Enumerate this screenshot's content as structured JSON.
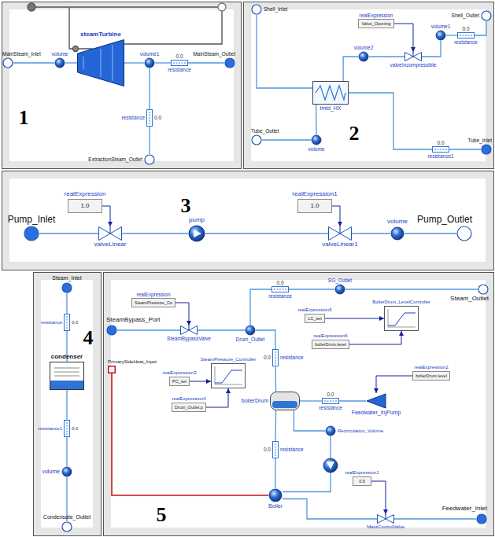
{
  "diagram": {
    "nodes": [
      {
        "text": [
          "1"
        ]
      },
      {
        "text": [
          "MainSteam_Inlet"
        ],
        "in": 0
      },
      {
        "text": [
          "volume"
        ],
        "in": 0
      },
      {
        "text": [
          "steamTurbine"
        ],
        "in": 0
      },
      {
        "text": [
          "volume1"
        ],
        "in": 0
      },
      {
        "text": [
          "0.0",
          "resistance"
        ],
        "in": 0
      },
      {
        "text": [
          "MainSteam_Outlet"
        ],
        "in": 0
      },
      {
        "text": [
          "resistance",
          "0.0"
        ],
        "in": 0
      },
      {
        "text": [
          "ExtractionSteam_Outlet"
        ],
        "in": 0
      },
      {
        "text": [
          "2"
        ]
      },
      {
        "text": [
          "Shell_Inlet"
        ],
        "in": 9
      },
      {
        "text": [
          "realExpression",
          "Valve_Opening"
        ],
        "in": 9
      },
      {
        "text": [
          "volume1"
        ],
        "in": 9
      },
      {
        "text": [
          "0.0",
          "resistance"
        ],
        "in": 9
      },
      {
        "text": [
          "Shell_Outlet"
        ],
        "in": 9
      },
      {
        "text": [
          "volume2"
        ],
        "in": 9
      },
      {
        "text": [
          "valveIncompressible"
        ],
        "in": 9
      },
      {
        "text": [
          "lmtd_HX"
        ],
        "in": 9
      },
      {
        "text": [
          "Tube_Outlet"
        ],
        "in": 9
      },
      {
        "text": [
          "volume"
        ],
        "in": 9
      },
      {
        "text": [
          "0.0",
          "resistance1"
        ],
        "in": 9
      },
      {
        "text": [
          "Tube_Inlet"
        ],
        "in": 9
      },
      {
        "text": [
          "3"
        ]
      },
      {
        "text": [
          "Pump_Inlet"
        ],
        "in": 22
      },
      {
        "text": [
          "realExpression",
          "1.0"
        ],
        "in": 22
      },
      {
        "text": [
          "valveLinear"
        ],
        "in": 22
      },
      {
        "text": [
          "pump"
        ],
        "in": 22
      },
      {
        "text": [
          "realExpression1",
          "1.0"
        ],
        "in": 22
      },
      {
        "text": [
          "valveLinear1"
        ],
        "in": 22
      },
      {
        "text": [
          "volume"
        ],
        "in": 22
      },
      {
        "text": [
          "Pump_Outlet"
        ],
        "in": 22
      },
      {
        "text": [
          "4"
        ]
      },
      {
        "text": [
          "Steam_Inlet"
        ],
        "in": 31
      },
      {
        "text": [
          "resistance",
          "0.0"
        ],
        "in": 31
      },
      {
        "text": [
          "condenser"
        ],
        "in": 31
      },
      {
        "text": [
          "resistance1",
          "0.0"
        ],
        "in": 31
      },
      {
        "text": [
          "volume"
        ],
        "in": 31
      },
      {
        "text": [
          "Condensate_Outlet"
        ],
        "in": 31
      },
      {
        "text": [
          "5"
        ]
      },
      {
        "text": [
          "0.0",
          "resistance"
        ],
        "in": 38
      },
      {
        "text": [
          "SG_Outlet"
        ],
        "in": 38
      },
      {
        "text": [
          "Steam_Outlet"
        ],
        "in": 38
      },
      {
        "text": [
          "realExpression",
          "SteamPressure_Co"
        ],
        "in": 38
      },
      {
        "text": [
          "SteamBypass_Port"
        ],
        "in": 38
      },
      {
        "text": [
          "SteamBypassValve"
        ],
        "in": 38
      },
      {
        "text": [
          "Drum_Outlet"
        ],
        "in": 38
      },
      {
        "text": [
          "realExpression5",
          "LC_set"
        ],
        "in": 38
      },
      {
        "text": [
          "BoilerDrum_LevelController"
        ],
        "in": 38
      },
      {
        "text": [
          "realExpression6",
          "boilerDrum.level"
        ],
        "in": 38
      },
      {
        "text": [
          "0.0",
          "resistance"
        ],
        "in": 38
      },
      {
        "text": [
          "PrimarySideHeat_Input"
        ],
        "in": 38
      },
      {
        "text": [
          "realExpression3",
          "PC_set"
        ],
        "in": 38
      },
      {
        "text": [
          "SteamPressure_Controller"
        ],
        "in": 38
      },
      {
        "text": [
          "realExpression4",
          "Drum_Outlet.p"
        ],
        "in": 38
      },
      {
        "text": [
          "realExpression2",
          "boilerDrum.level"
        ],
        "in": 38
      },
      {
        "text": [
          "boilerDrum"
        ],
        "in": 38
      },
      {
        "text": [
          "0.0",
          "resistance"
        ],
        "in": 38
      },
      {
        "text": [
          "Feedwater_InjPump"
        ],
        "in": 38
      },
      {
        "text": [
          "Recirculation_Volume"
        ],
        "in": 38
      },
      {
        "text": [
          "0.0",
          "resistance"
        ],
        "in": 38
      },
      {
        "text": [
          "Boiler"
        ],
        "in": 38
      },
      {
        "text": [
          "realExpression1",
          "0.5"
        ],
        "in": 38
      },
      {
        "text": [
          "MassControlValve"
        ],
        "in": 38
      },
      {
        "text": [
          "Feedwater_Inlet"
        ],
        "in": 38
      }
    ],
    "edges": [
      {
        "from": 1,
        "to": 2,
        "arrow": "none"
      },
      {
        "from": 2,
        "to": 3,
        "arrow": "none"
      },
      {
        "from": 3,
        "to": 4,
        "arrow": "none"
      },
      {
        "from": 4,
        "to": 5,
        "arrow": "none"
      },
      {
        "from": 5,
        "to": 6,
        "arrow": "none"
      },
      {
        "from": 4,
        "to": 7,
        "arrow": "none"
      },
      {
        "from": 7,
        "to": 8,
        "arrow": "none"
      },
      {
        "from": 10,
        "to": 17,
        "arrow": "none"
      },
      {
        "from": 17,
        "to": 15,
        "arrow": "none"
      },
      {
        "from": 15,
        "to": 16,
        "arrow": "none"
      },
      {
        "from": 11,
        "to": 16,
        "arrow": "to"
      },
      {
        "from": 16,
        "to": 12,
        "arrow": "none"
      },
      {
        "from": 12,
        "to": 13,
        "arrow": "none"
      },
      {
        "from": 13,
        "to": 14,
        "arrow": "none"
      },
      {
        "from": 21,
        "to": 20,
        "arrow": "none"
      },
      {
        "from": 20,
        "to": 17,
        "arrow": "none"
      },
      {
        "from": 17,
        "to": 19,
        "arrow": "none"
      },
      {
        "from": 19,
        "to": 18,
        "arrow": "none"
      },
      {
        "from": 23,
        "to": 25,
        "arrow": "none"
      },
      {
        "from": 24,
        "to": 25,
        "arrow": "to"
      },
      {
        "from": 25,
        "to": 26,
        "arrow": "none"
      },
      {
        "from": 26,
        "to": 28,
        "arrow": "none"
      },
      {
        "from": 27,
        "to": 28,
        "arrow": "to"
      },
      {
        "from": 28,
        "to": 29,
        "arrow": "none"
      },
      {
        "from": 29,
        "to": 30,
        "arrow": "none"
      },
      {
        "from": 32,
        "to": 33,
        "arrow": "none"
      },
      {
        "from": 33,
        "to": 34,
        "arrow": "none"
      },
      {
        "from": 34,
        "to": 35,
        "arrow": "none"
      },
      {
        "from": 35,
        "to": 36,
        "arrow": "none"
      },
      {
        "from": 36,
        "to": 37,
        "arrow": "none"
      },
      {
        "from": 45,
        "to": 39,
        "arrow": "none"
      },
      {
        "from": 39,
        "to": 40,
        "arrow": "none"
      },
      {
        "from": 40,
        "to": 41,
        "arrow": "none"
      },
      {
        "from": 45,
        "to": 44,
        "arrow": "none"
      },
      {
        "from": 44,
        "to": 43,
        "arrow": "none"
      },
      {
        "from": 42,
        "to": 44,
        "arrow": "to"
      },
      {
        "from": 46,
        "to": 47,
        "arrow": "to"
      },
      {
        "from": 48,
        "to": 47,
        "arrow": "to"
      },
      {
        "from": 45,
        "to": 49,
        "arrow": "none"
      },
      {
        "from": 49,
        "to": 55,
        "arrow": "none"
      },
      {
        "from": 51,
        "to": 52,
        "arrow": "to"
      },
      {
        "from": 53,
        "to": 52,
        "arrow": "to"
      },
      {
        "from": 57,
        "to": 56,
        "arrow": "none"
      },
      {
        "from": 56,
        "to": 55,
        "arrow": "none"
      },
      {
        "from": 54,
        "to": 57,
        "arrow": "to"
      },
      {
        "from": 55,
        "to": 59,
        "arrow": "none"
      },
      {
        "from": 59,
        "to": 60,
        "arrow": "none"
      },
      {
        "from": 55,
        "to": 58,
        "arrow": "none"
      },
      {
        "from": 58,
        "to": 60,
        "arrow": "none"
      },
      {
        "from": 50,
        "to": 60,
        "arrow": "none"
      },
      {
        "from": 63,
        "to": 62,
        "arrow": "none"
      },
      {
        "from": 62,
        "to": 60,
        "arrow": "none"
      },
      {
        "from": 61,
        "to": 62,
        "arrow": "to"
      }
    ]
  }
}
